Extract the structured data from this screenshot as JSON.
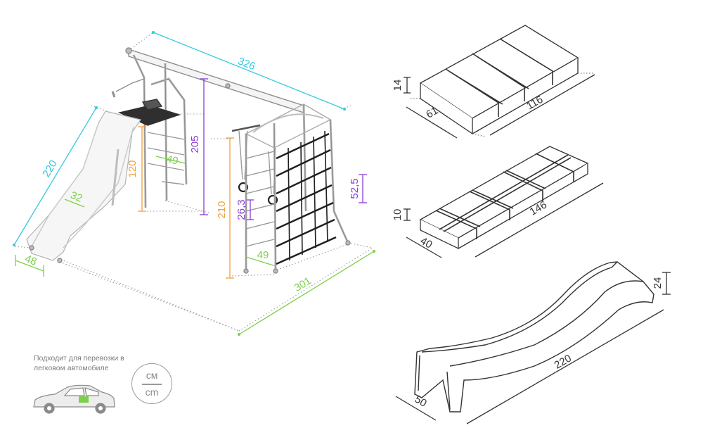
{
  "colors": {
    "cyan": "#35c9e0",
    "purple": "#8a3bd8",
    "orange": "#f0a13a",
    "green": "#7fcf4c",
    "dark": "#3c3c3c",
    "gray": "#9a9a9a"
  },
  "icons": [
    "car-icon"
  ],
  "main_set": {
    "length": "326",
    "slide_length": "220",
    "slide_width": "32",
    "base_width": "48",
    "platform_height": "120",
    "platform_step": "49",
    "frame_height": "205",
    "rings_height": "210",
    "rings_gap": "26,3",
    "net_width": "49",
    "net_offset": "52,5",
    "footprint": "301"
  },
  "packages": {
    "box1": {
      "height": "14",
      "width": "61",
      "length": "116"
    },
    "box2": {
      "height": "10",
      "width": "40",
      "length": "146"
    },
    "slide": {
      "height": "24",
      "width": "50",
      "length": "220"
    }
  },
  "note": {
    "text": "Подходит для перевозки в легковом автомобиле"
  },
  "units": {
    "top": "см",
    "bottom": "cm"
  }
}
